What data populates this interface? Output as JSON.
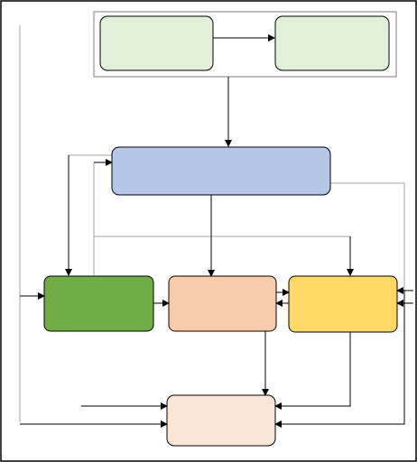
{
  "diagram": {
    "nodes": [
      {
        "id": "top-left",
        "label": "",
        "fill": "#e2efd9",
        "stroke": "#000000"
      },
      {
        "id": "top-right",
        "label": "",
        "fill": "#e2efd9",
        "stroke": "#000000"
      },
      {
        "id": "central",
        "label": "",
        "fill": "#b4c7e7",
        "stroke": "#000000"
      },
      {
        "id": "green",
        "label": "",
        "fill": "#70ad47",
        "stroke": "#000000"
      },
      {
        "id": "salmon",
        "label": "",
        "fill": "#f8cbad",
        "stroke": "#000000"
      },
      {
        "id": "yellow",
        "label": "",
        "fill": "#ffd966",
        "stroke": "#000000"
      },
      {
        "id": "bottom",
        "label": "",
        "fill": "#fbe5d6",
        "stroke": "#000000"
      }
    ],
    "colors": {
      "connector_dark": "#000000",
      "connector_gray": "#a6a6a6",
      "group_frame": "#7f7f7f",
      "outer_border": "#000000"
    }
  }
}
